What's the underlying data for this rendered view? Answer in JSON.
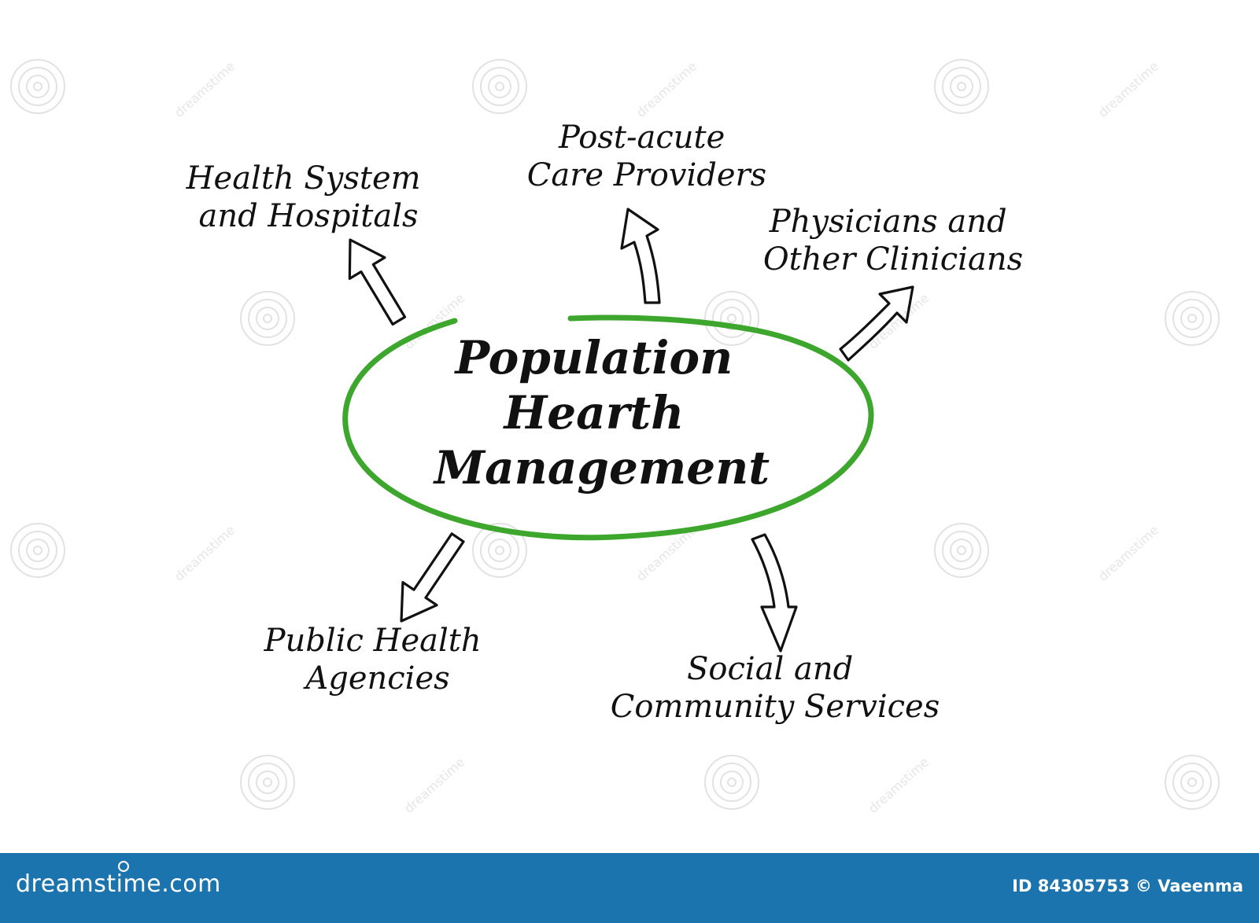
{
  "center": {
    "lines": [
      "Population",
      "Hearth",
      "Management"
    ],
    "ellipse_color": "#3da62c"
  },
  "nodes": [
    {
      "id": "health-system",
      "lines": [
        "Health System",
        "and Hospitals"
      ]
    },
    {
      "id": "post-acute",
      "lines": [
        "Post-acute",
        "Care Providers"
      ]
    },
    {
      "id": "physicians",
      "lines": [
        "Physicians and",
        "Other Clinicians"
      ]
    },
    {
      "id": "public-health",
      "lines": [
        "Public Health",
        "Agencies"
      ]
    },
    {
      "id": "social-community",
      "lines": [
        "Social and",
        "Community Services"
      ]
    }
  ],
  "watermark": {
    "text": "dreamstime",
    "icon": "swirl-icon"
  },
  "footer": {
    "logo": "dreamstime.com",
    "id_text": "ID 84305753 © Vaeenma",
    "background": "#1b74ad"
  }
}
